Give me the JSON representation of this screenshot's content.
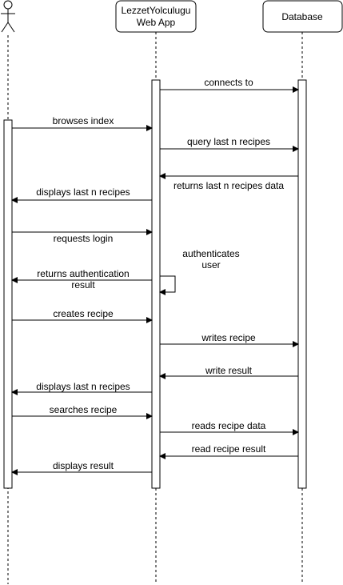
{
  "participants": {
    "actor": {
      "name": ""
    },
    "webapp": {
      "name_line1": "LezzetYolculugu",
      "name_line2": "Web App"
    },
    "database": {
      "name": "Database"
    }
  },
  "messages": [
    {
      "id": "m1",
      "from": "webapp",
      "to": "database",
      "lines": [
        "connects to"
      ]
    },
    {
      "id": "m2",
      "from": "actor",
      "to": "webapp",
      "lines": [
        "browses index"
      ]
    },
    {
      "id": "m3",
      "from": "webapp",
      "to": "database",
      "lines": [
        "query last n recipes"
      ]
    },
    {
      "id": "m4",
      "from": "database",
      "to": "webapp",
      "lines": [
        "returns last n recipes data"
      ]
    },
    {
      "id": "m5",
      "from": "webapp",
      "to": "actor",
      "lines": [
        "displays last n recipes"
      ]
    },
    {
      "id": "m6",
      "from": "actor",
      "to": "webapp",
      "lines": [
        "requests login"
      ]
    },
    {
      "id": "m7",
      "from": "webapp",
      "to": "webapp",
      "lines": [
        "authenticates",
        "user"
      ]
    },
    {
      "id": "m8",
      "from": "webapp",
      "to": "actor",
      "lines": [
        "returns authentication",
        "result"
      ]
    },
    {
      "id": "m9",
      "from": "actor",
      "to": "webapp",
      "lines": [
        "creates recipe"
      ]
    },
    {
      "id": "m10",
      "from": "webapp",
      "to": "database",
      "lines": [
        "writes recipe"
      ]
    },
    {
      "id": "m11",
      "from": "database",
      "to": "webapp",
      "lines": [
        "write result"
      ]
    },
    {
      "id": "m12",
      "from": "webapp",
      "to": "actor",
      "lines": [
        "displays last n recipes"
      ]
    },
    {
      "id": "m13",
      "from": "actor",
      "to": "webapp",
      "lines": [
        "searches recipe"
      ]
    },
    {
      "id": "m14",
      "from": "webapp",
      "to": "database",
      "lines": [
        "reads recipe data"
      ]
    },
    {
      "id": "m15",
      "from": "database",
      "to": "webapp",
      "lines": [
        "read recipe result"
      ]
    },
    {
      "id": "m16",
      "from": "webapp",
      "to": "actor",
      "lines": [
        "displays result"
      ]
    }
  ]
}
